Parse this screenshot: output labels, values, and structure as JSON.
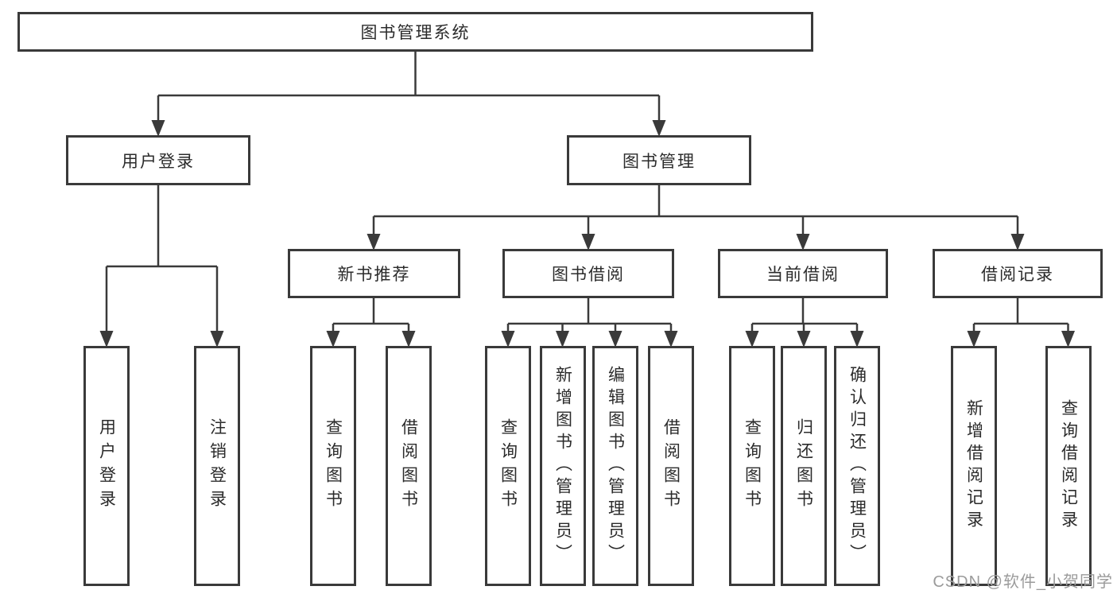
{
  "root": {
    "label": "图书管理系统"
  },
  "branches": {
    "user_login": {
      "label": "用户登录",
      "children": [
        "用户登录",
        "注销登录"
      ]
    },
    "book_mgmt": {
      "label": "图书管理"
    }
  },
  "modules": [
    {
      "label": "新书推荐",
      "children": [
        "查询图书",
        "借阅图书"
      ]
    },
    {
      "label": "图书借阅",
      "children": [
        "查询图书",
        "新增图书（管理员）",
        "编辑图书（管理员）",
        "借阅图书"
      ]
    },
    {
      "label": "当前借阅",
      "children": [
        "查询图书",
        "归还图书",
        "确认归还（管理员）"
      ]
    },
    {
      "label": "借阅记录",
      "children": [
        "新增借阅记录",
        "查询借阅记录"
      ]
    }
  ],
  "watermark": "CSDN @软件_小贺同学",
  "colors": {
    "line": "#3a3a3a",
    "text": "#2b2b2b",
    "watermark": "#9b9b9b",
    "background": "#ffffff"
  }
}
